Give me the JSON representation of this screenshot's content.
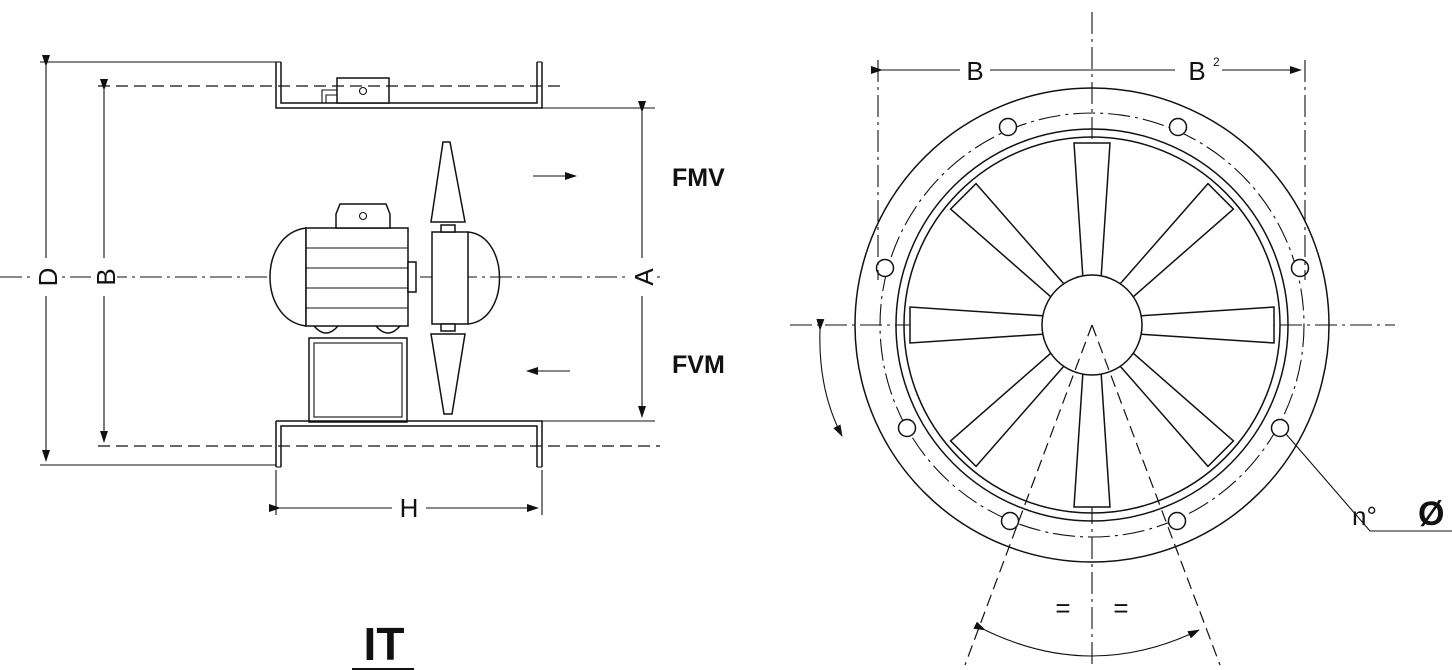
{
  "side_view": {
    "dim_d": "D",
    "dim_b": "B",
    "dim_a": "A",
    "dim_h": "H",
    "flow_upper": "FMV",
    "flow_lower": "FVM",
    "model_code": "IT"
  },
  "front_view": {
    "dim_b_left": "B",
    "dim_b_right": "B",
    "dim_b_right_sup": "2",
    "hole_label": "n°",
    "diameter_symbol": "Ø",
    "equal_left": "=",
    "equal_right": "="
  }
}
